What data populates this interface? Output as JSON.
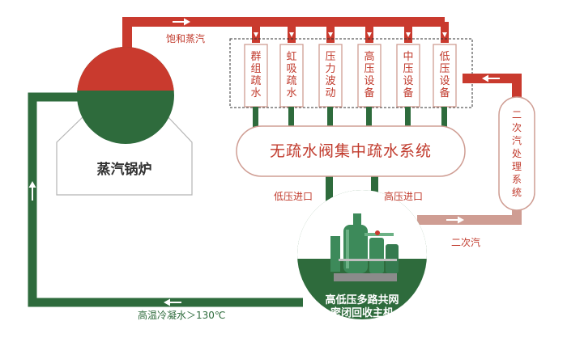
{
  "colors": {
    "steam_red": "#c93a2e",
    "water_green": "#2e6b3c",
    "secondary_pink": "#cf9d93",
    "frame_text_red": "#c0392b"
  },
  "labels": {
    "saturated_steam": "饱和蒸汽",
    "boiler": "蒸汽锅炉",
    "central_system": "无疏水阀集中疏水系统",
    "low_pressure_inlet": "低压进口",
    "high_pressure_inlet": "高压进口",
    "secondary_steam": "二次汽",
    "condensate": "高温冷凝水＞130℃",
    "host_line1": "高低压多路共网",
    "host_line2": "密闭回收主机"
  },
  "drain_boxes": [
    {
      "chars": [
        "群",
        "组",
        "疏",
        "水"
      ]
    },
    {
      "chars": [
        "虹",
        "吸",
        "疏",
        "水"
      ]
    },
    {
      "chars": [
        "压",
        "力",
        "波",
        "动"
      ]
    },
    {
      "chars": [
        "高",
        "压",
        "设",
        "备"
      ]
    },
    {
      "chars": [
        "中",
        "压",
        "设",
        "备"
      ]
    },
    {
      "chars": [
        "低",
        "压",
        "设",
        "备"
      ]
    }
  ],
  "secondary_system": {
    "chars": [
      "二",
      "次",
      "汽",
      "处",
      "理",
      "系",
      "统"
    ]
  }
}
